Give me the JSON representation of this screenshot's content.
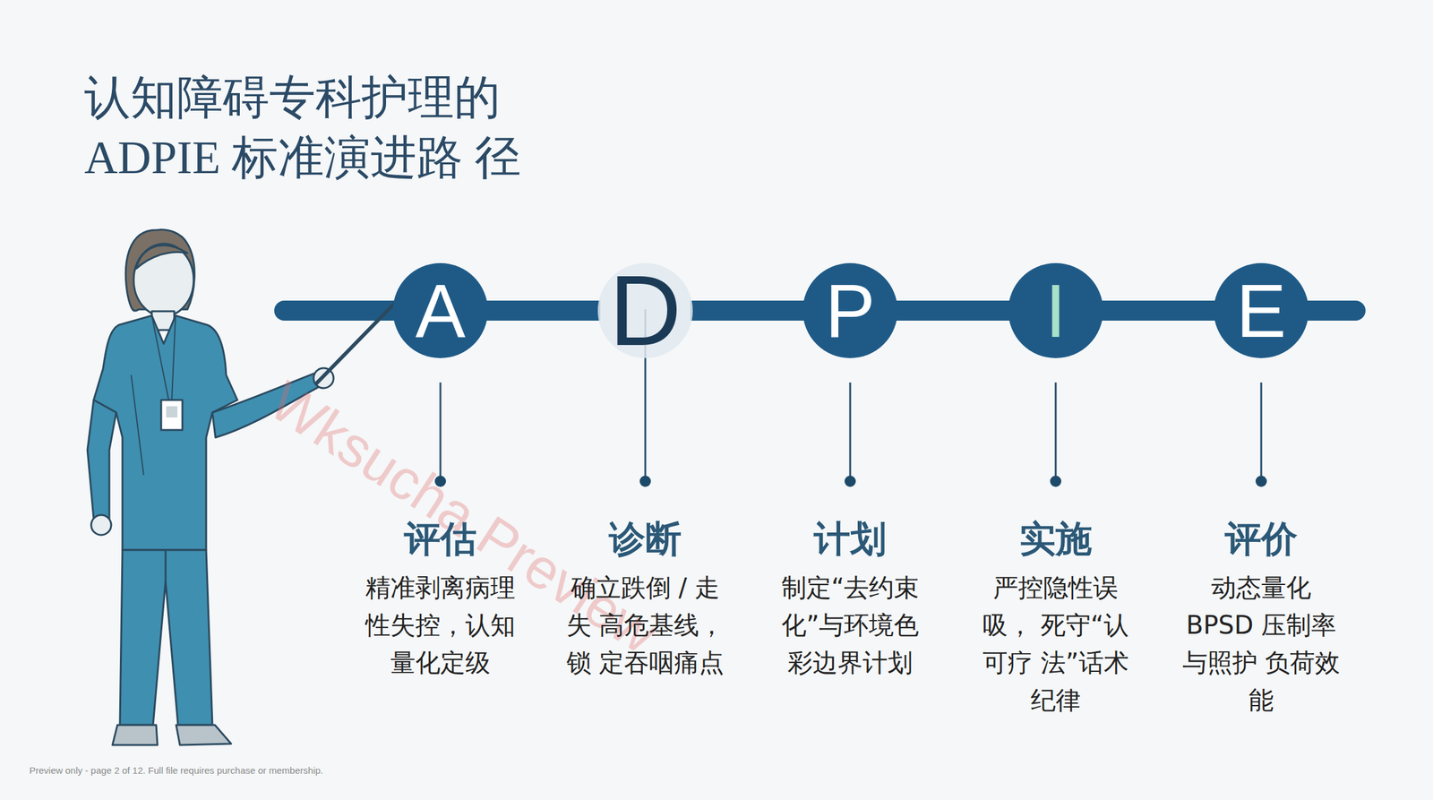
{
  "diagram": {
    "title": "认知障碍专科护理的 ADPIE 标准演进路 径",
    "nodes": [
      {
        "text": [
          "A"
        ]
      },
      {
        "text": [
          "D"
        ]
      },
      {
        "text": [
          "P"
        ]
      },
      {
        "text": [
          "I"
        ]
      },
      {
        "text": [
          "E"
        ]
      }
    ],
    "edges": [
      {
        "from": 0,
        "to": 1,
        "arrow": "none"
      },
      {
        "from": 1,
        "to": 2,
        "arrow": "none"
      },
      {
        "from": 2,
        "to": 3,
        "arrow": "none"
      },
      {
        "from": 3,
        "to": 4,
        "arrow": "none"
      }
    ],
    "labels": [
      "评估",
      "精准剥离病理 性失控，认知 量化定级",
      "诊断",
      "确立跌倒 / 走 失 高危基线，锁 定吞咽痛点",
      "计划",
      "制定“去约束 化”与环境色 彩边界计划",
      "实施",
      "严控隐性误吸， 死守“认可疗 法”话术纪律",
      "评价",
      "动态量化 BPSD 压制率与照护 负荷效能",
      "Wksucha Preview",
      "Preview only - page 2 of 12. Full file requires purchase or membership."
    ]
  }
}
